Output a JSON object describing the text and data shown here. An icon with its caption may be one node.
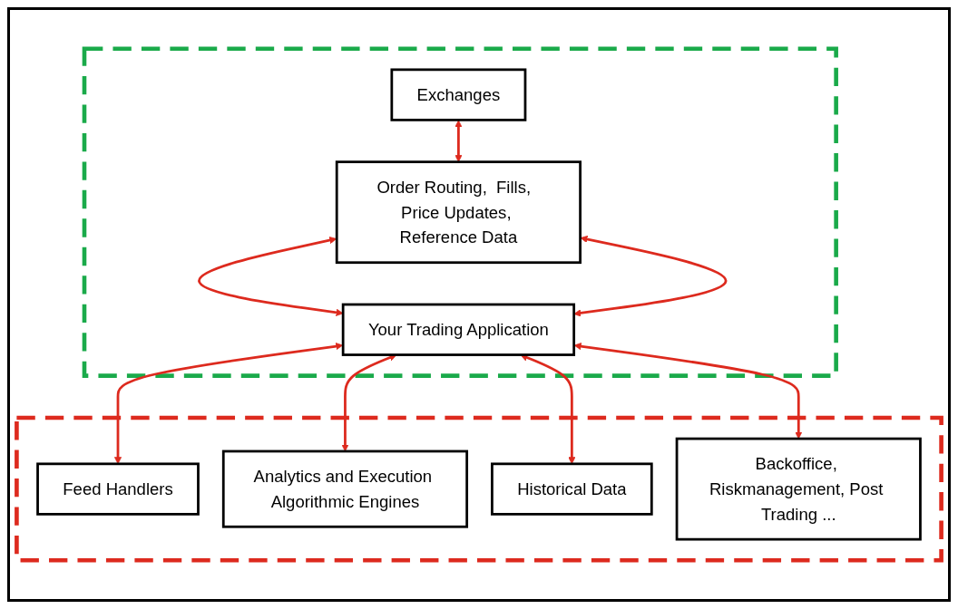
{
  "diagram": {
    "nodes": [
      {
        "text": [],
        "shape": "box"
      },
      {
        "text": [
          "Exchanges"
        ],
        "in": 0
      },
      {
        "text": [
          "Order Routing,  Fills,  Price Updates, Reference Data"
        ],
        "in": 0
      },
      {
        "text": [
          "Your Trading Application"
        ],
        "in": 0
      },
      {
        "text": [],
        "shape": "box"
      },
      {
        "text": [
          "Feed Handlers"
        ],
        "in": 4
      },
      {
        "text": [
          "Analytics and Execution Algorithmic Engines"
        ],
        "in": 4
      },
      {
        "text": [
          "Historical Data"
        ],
        "in": 4
      },
      {
        "text": [
          "Backoffice, Riskmanagement, Post Trading ..."
        ],
        "in": 4
      }
    ],
    "edges": [
      {
        "from": 1,
        "to": 2,
        "arrow": "both"
      },
      {
        "from": 2,
        "to": 3,
        "arrow": "both"
      },
      {
        "from": 2,
        "to": 3,
        "arrow": "both"
      },
      {
        "from": 3,
        "to": 5,
        "arrow": "both"
      },
      {
        "from": 3,
        "to": 6,
        "arrow": "both"
      },
      {
        "from": 3,
        "to": 7,
        "arrow": "both"
      },
      {
        "from": 3,
        "to": 8,
        "arrow": "both"
      }
    ]
  }
}
